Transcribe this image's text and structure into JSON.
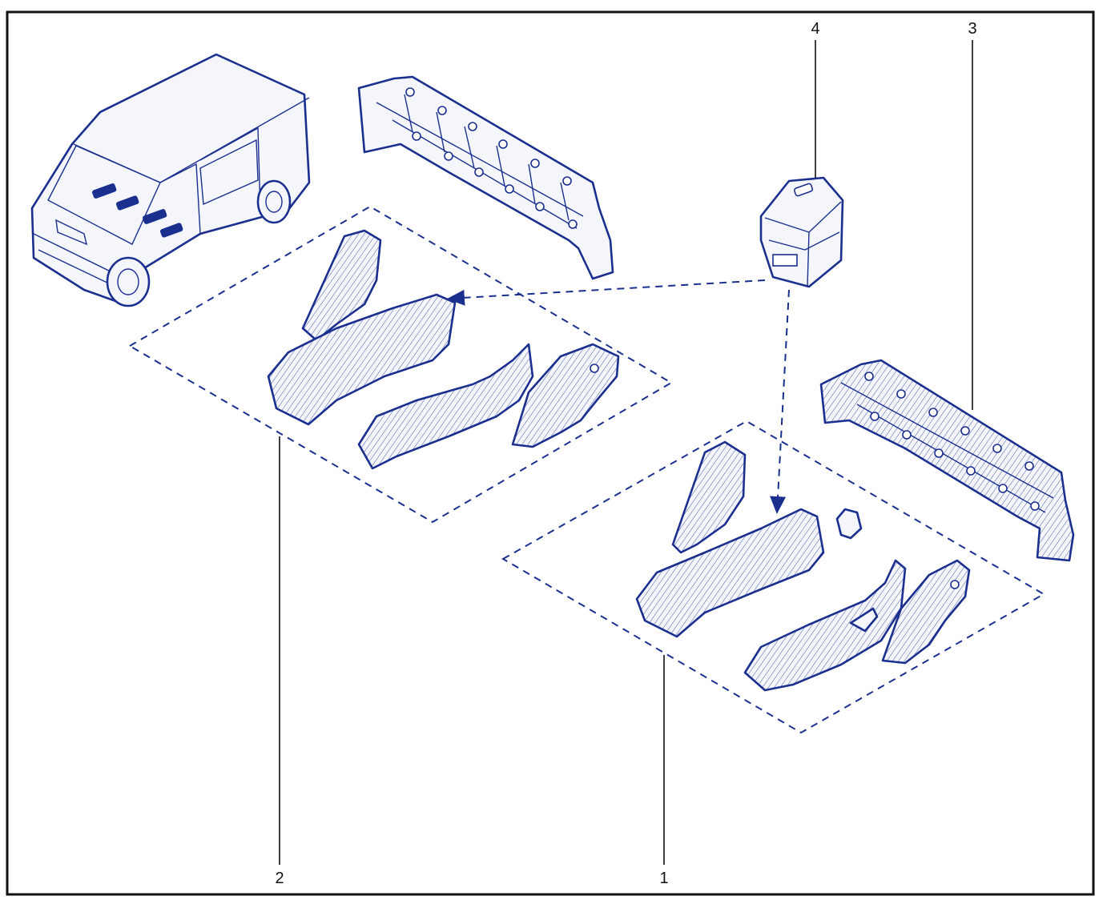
{
  "diagram": {
    "callouts": {
      "c1": "1",
      "c2": "2",
      "c3": "3",
      "c4": "4"
    },
    "colors": {
      "line": "#1b2f8f",
      "frame": "#111111",
      "background": "#ffffff"
    }
  }
}
